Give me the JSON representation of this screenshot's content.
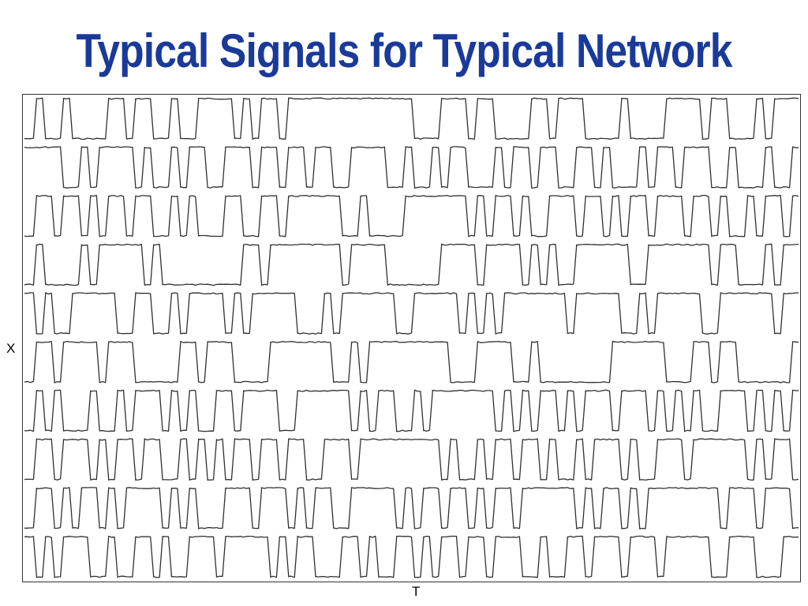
{
  "slide": {
    "title": "Typical Signals for Typical Network"
  },
  "chart_data": {
    "type": "line",
    "title": "",
    "xlabel": "T",
    "ylabel": "X",
    "grid": false,
    "legend": "none",
    "line_color": "#303030",
    "title_color": "#1a3a9a",
    "series_count": 10,
    "series": [
      {
        "values": [
          0,
          1,
          0,
          0,
          1,
          0,
          0,
          0,
          0,
          1,
          1,
          0,
          1,
          1,
          0,
          0,
          1,
          0,
          0,
          1,
          1,
          1,
          1,
          0,
          1,
          0,
          1,
          1,
          0,
          1,
          1,
          1,
          1,
          1,
          1,
          1,
          1,
          1,
          1,
          1,
          1,
          1,
          1,
          0,
          0,
          0,
          1,
          1,
          1,
          0,
          1,
          1,
          0,
          0,
          0,
          0,
          1,
          1,
          0,
          1,
          1,
          1,
          0,
          0,
          0,
          0,
          1,
          0,
          0,
          0,
          0,
          1,
          1,
          1,
          1,
          0,
          1,
          1,
          0,
          0,
          0,
          1,
          0,
          1,
          1,
          1
        ]
      },
      {
        "values": [
          1,
          1,
          1,
          1,
          0,
          0,
          1,
          0,
          1,
          1,
          1,
          1,
          0,
          1,
          0,
          0,
          1,
          0,
          1,
          1,
          0,
          0,
          1,
          1,
          1,
          0,
          1,
          1,
          0,
          1,
          1,
          0,
          1,
          1,
          0,
          0,
          1,
          1,
          1,
          1,
          0,
          0,
          1,
          0,
          0,
          1,
          0,
          1,
          1,
          0,
          0,
          0,
          1,
          0,
          1,
          1,
          0,
          1,
          1,
          0,
          0,
          1,
          1,
          0,
          1,
          0,
          0,
          0,
          1,
          0,
          1,
          1,
          0,
          1,
          1,
          1,
          0,
          0,
          1,
          0,
          0,
          0,
          1,
          0,
          0,
          1
        ]
      },
      {
        "values": [
          0,
          1,
          1,
          0,
          1,
          1,
          0,
          1,
          0,
          1,
          1,
          0,
          1,
          1,
          0,
          0,
          1,
          0,
          1,
          0,
          0,
          0,
          1,
          1,
          0,
          0,
          1,
          1,
          0,
          1,
          1,
          1,
          1,
          1,
          1,
          0,
          0,
          1,
          0,
          0,
          0,
          0,
          1,
          1,
          1,
          1,
          1,
          1,
          1,
          0,
          1,
          0,
          1,
          1,
          0,
          1,
          0,
          0,
          1,
          1,
          1,
          0,
          1,
          1,
          0,
          1,
          0,
          1,
          1,
          0,
          1,
          1,
          1,
          0,
          1,
          1,
          0,
          1,
          0,
          0,
          1,
          0,
          1,
          1,
          0,
          1
        ]
      },
      {
        "values": [
          0,
          1,
          0,
          0,
          0,
          0,
          1,
          0,
          1,
          1,
          1,
          1,
          1,
          0,
          1,
          0,
          0,
          0,
          0,
          0,
          0,
          0,
          0,
          0,
          1,
          1,
          0,
          1,
          1,
          1,
          1,
          1,
          1,
          1,
          1,
          0,
          1,
          1,
          1,
          1,
          0,
          0,
          0,
          0,
          0,
          0,
          1,
          1,
          1,
          1,
          0,
          1,
          1,
          1,
          1,
          0,
          1,
          0,
          1,
          0,
          0,
          1,
          1,
          1,
          1,
          1,
          1,
          0,
          0,
          1,
          1,
          1,
          1,
          1,
          1,
          1,
          0,
          1,
          1,
          0,
          0,
          0,
          1,
          0,
          1,
          1
        ]
      },
      {
        "values": [
          1,
          0,
          1,
          0,
          0,
          1,
          1,
          1,
          1,
          1,
          0,
          0,
          1,
          1,
          0,
          0,
          1,
          0,
          1,
          1,
          1,
          1,
          0,
          1,
          0,
          1,
          1,
          1,
          1,
          1,
          0,
          0,
          0,
          1,
          0,
          1,
          1,
          1,
          1,
          1,
          1,
          0,
          0,
          1,
          1,
          1,
          1,
          1,
          0,
          1,
          0,
          1,
          0,
          1,
          1,
          1,
          1,
          1,
          1,
          1,
          0,
          1,
          1,
          1,
          1,
          1,
          0,
          0,
          1,
          0,
          1,
          1,
          1,
          1,
          1,
          0,
          0,
          1,
          1,
          1,
          1,
          1,
          1,
          0,
          1,
          1
        ]
      },
      {
        "values": [
          0,
          1,
          1,
          0,
          1,
          1,
          1,
          1,
          0,
          1,
          1,
          1,
          0,
          0,
          0,
          0,
          0,
          1,
          1,
          0,
          1,
          1,
          1,
          0,
          0,
          0,
          0,
          1,
          1,
          1,
          1,
          1,
          1,
          1,
          0,
          0,
          1,
          0,
          1,
          1,
          1,
          1,
          1,
          1,
          1,
          1,
          1,
          0,
          0,
          0,
          1,
          1,
          1,
          1,
          0,
          0,
          1,
          0,
          0,
          0,
          0,
          0,
          0,
          0,
          0,
          1,
          1,
          1,
          1,
          1,
          1,
          0,
          0,
          0,
          1,
          1,
          0,
          1,
          1,
          0,
          0,
          0,
          0,
          0,
          0,
          1
        ]
      },
      {
        "values": [
          0,
          1,
          0,
          1,
          0,
          0,
          0,
          1,
          0,
          0,
          1,
          0,
          1,
          1,
          1,
          0,
          1,
          0,
          1,
          0,
          0,
          1,
          1,
          0,
          1,
          1,
          1,
          1,
          0,
          0,
          1,
          1,
          1,
          1,
          1,
          1,
          0,
          1,
          0,
          1,
          1,
          0,
          0,
          1,
          0,
          1,
          1,
          1,
          1,
          1,
          1,
          1,
          0,
          1,
          0,
          1,
          0,
          1,
          1,
          0,
          1,
          0,
          1,
          1,
          1,
          0,
          1,
          1,
          1,
          0,
          1,
          0,
          1,
          0,
          1,
          0,
          0,
          1,
          1,
          1,
          0,
          1,
          0,
          1,
          0,
          1
        ]
      },
      {
        "values": [
          0,
          1,
          1,
          0,
          1,
          1,
          1,
          0,
          1,
          0,
          1,
          1,
          0,
          1,
          1,
          0,
          0,
          1,
          0,
          1,
          0,
          1,
          0,
          1,
          1,
          0,
          1,
          1,
          0,
          1,
          1,
          0,
          0,
          1,
          1,
          1,
          0,
          1,
          1,
          1,
          1,
          1,
          1,
          1,
          1,
          1,
          0,
          1,
          0,
          0,
          1,
          0,
          1,
          1,
          0,
          1,
          1,
          0,
          1,
          0,
          0,
          1,
          0,
          1,
          1,
          1,
          0,
          1,
          0,
          0,
          1,
          1,
          1,
          0,
          1,
          1,
          1,
          1,
          1,
          1,
          0,
          1,
          0,
          1,
          1,
          0
        ]
      },
      {
        "values": [
          0,
          1,
          1,
          0,
          1,
          0,
          1,
          1,
          0,
          1,
          0,
          1,
          1,
          1,
          1,
          0,
          1,
          0,
          1,
          0,
          0,
          0,
          1,
          1,
          1,
          0,
          1,
          1,
          1,
          0,
          1,
          0,
          1,
          1,
          0,
          0,
          1,
          1,
          1,
          1,
          1,
          0,
          1,
          0,
          1,
          1,
          0,
          1,
          1,
          0,
          1,
          0,
          1,
          1,
          0,
          1,
          1,
          1,
          1,
          1,
          1,
          0,
          1,
          0,
          1,
          1,
          0,
          1,
          0,
          1,
          1,
          1,
          1,
          1,
          1,
          1,
          1,
          0,
          1,
          1,
          1,
          0,
          1,
          1,
          1,
          0
        ]
      },
      {
        "values": [
          1,
          0,
          1,
          0,
          1,
          1,
          1,
          0,
          0,
          1,
          0,
          0,
          1,
          1,
          0,
          1,
          0,
          0,
          1,
          1,
          1,
          0,
          1,
          1,
          1,
          1,
          1,
          0,
          1,
          0,
          1,
          1,
          0,
          0,
          0,
          1,
          1,
          0,
          1,
          0,
          0,
          1,
          1,
          0,
          1,
          0,
          1,
          1,
          0,
          1,
          1,
          0,
          1,
          1,
          1,
          0,
          0,
          1,
          0,
          0,
          1,
          1,
          0,
          1,
          1,
          1,
          0,
          1,
          1,
          1,
          0,
          1,
          1,
          1,
          1,
          1,
          0,
          0,
          1,
          1,
          1,
          0,
          0,
          0,
          1,
          1
        ]
      }
    ]
  }
}
